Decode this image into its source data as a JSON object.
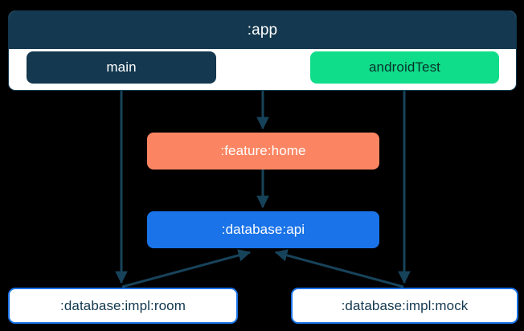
{
  "diagram": {
    "title": ":app",
    "type": "module-dependency-graph",
    "background_color": "#000000",
    "edge_color": "#17435a",
    "cluster": {
      "label": ":app",
      "header_color": "#13384f",
      "body_color": "#ffffff",
      "source_sets": [
        {
          "id": "main",
          "label": "main",
          "fill": "#13384f",
          "text_color": "#ffffff"
        },
        {
          "id": "androidTest",
          "label": "androidTest",
          "fill": "#10dd8a",
          "text_color": "#06312a"
        }
      ]
    },
    "nodes": [
      {
        "id": "feature-home",
        "label": ":feature:home",
        "fill": "#fb8562",
        "text_color": "#ffffff"
      },
      {
        "id": "database-api",
        "label": ":database:api",
        "fill": "#1a73e8",
        "text_color": "#ffffff"
      },
      {
        "id": "database-impl-room",
        "label": ":database:impl:room",
        "fill": "#ffffff",
        "text_color": "#13384f",
        "border": "#1a73e8"
      },
      {
        "id": "database-impl-mock",
        "label": ":database:impl:mock",
        "fill": "#ffffff",
        "text_color": "#13384f",
        "border": "#1a73e8"
      }
    ],
    "edges": [
      {
        "from": "main",
        "to": "database-impl-room"
      },
      {
        "from": "app",
        "to": "feature-home"
      },
      {
        "from": "androidTest",
        "to": "database-impl-mock"
      },
      {
        "from": "feature-home",
        "to": "database-api"
      },
      {
        "from": "database-impl-room",
        "to": "database-api"
      },
      {
        "from": "database-impl-mock",
        "to": "database-api"
      }
    ]
  }
}
